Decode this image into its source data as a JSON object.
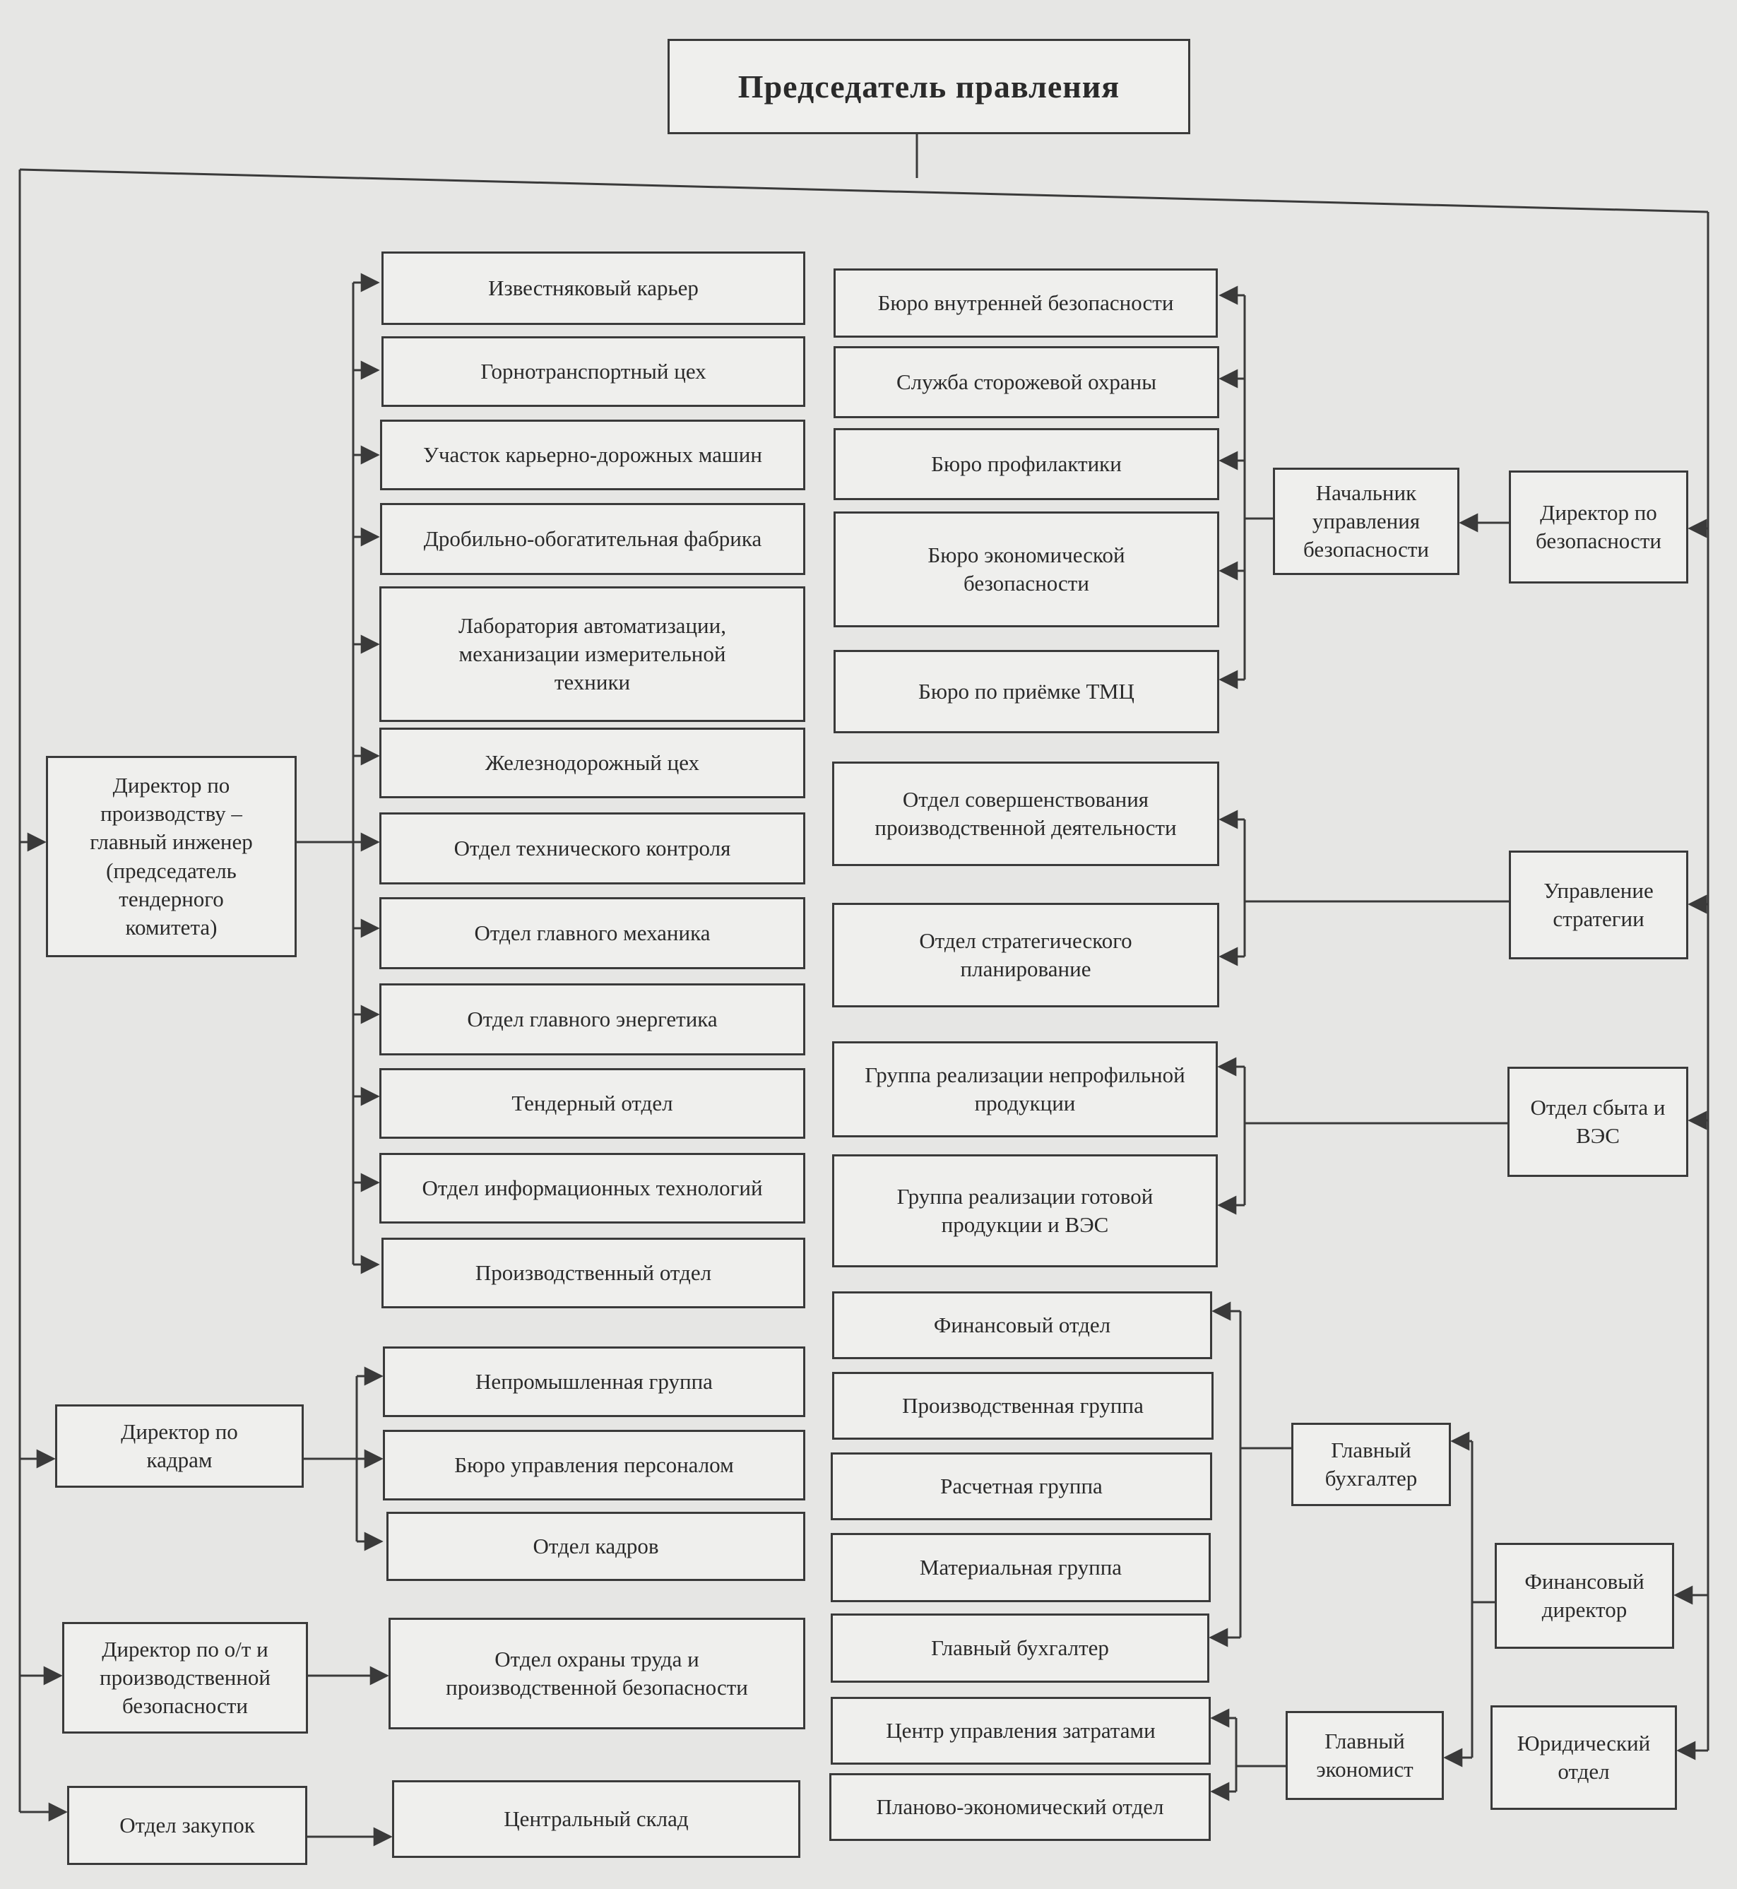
{
  "chairman": "Председатель правления",
  "left": {
    "production_director": "Директор по\nпроизводству –\nглавный инженер\n(председатель\nтендерного\nкомитета)",
    "hr_director": "Директор по\nкадрам",
    "safety_director": "Директор по о/т и\nпроизводственной\nбезопасности",
    "purchasing": "Отдел закупок"
  },
  "production_units": [
    "Известняковый карьер",
    "Горнотранспортный цех",
    "Участок карьерно-дорожных машин",
    "Дробильно-обогатительная фабрика",
    "Лаборатория автоматизации,\nмеханизации измерительной\nтехники",
    "Железнодорожный цех",
    "Отдел технического контроля",
    "Отдел главного механика",
    "Отдел главного энергетика",
    "Тендерный отдел",
    "Отдел информационных технологий",
    "Производственный отдел"
  ],
  "hr_units": [
    "Непромышленная группа",
    "Бюро управления персоналом",
    "Отдел кадров"
  ],
  "safety_unit": "Отдел охраны труда и\nпроизводственной безопасности",
  "purchasing_unit": "Центральный склад",
  "security_units": [
    "Бюро внутренней безопасности",
    "Служба сторожевой охраны",
    "Бюро профилактики",
    "Бюро экономической\nбезопасности",
    "Бюро по приёмке ТМЦ"
  ],
  "strategy_units": [
    "Отдел совершенствования\nпроизводственной деятельности",
    "Отдел стратегического\nпланирование"
  ],
  "sales_units": [
    "Группа реализации непрофильной\nпродукции",
    "Группа реализации готовой\nпродукции и ВЭС"
  ],
  "accounting_units": [
    "Финансовый отдел",
    "Производственная группа",
    "Расчетная группа",
    "Материальная группа",
    "Главный бухгалтер"
  ],
  "economics_units": [
    "Центр управления затратами",
    "Планово-экономический отдел"
  ],
  "right": {
    "security_head": "Начальник\nуправления\nбезопасности",
    "security_director": "Директор по\nбезопасности",
    "strategy": "Управление\nстратегии",
    "sales": "Отдел сбыта и\nВЭС",
    "chief_accountant": "Главный\nбухгалтер",
    "finance_director": "Финансовый\nдиректор",
    "chief_economist": "Главный\nэкономист",
    "legal": "Юридический\nотдел"
  }
}
